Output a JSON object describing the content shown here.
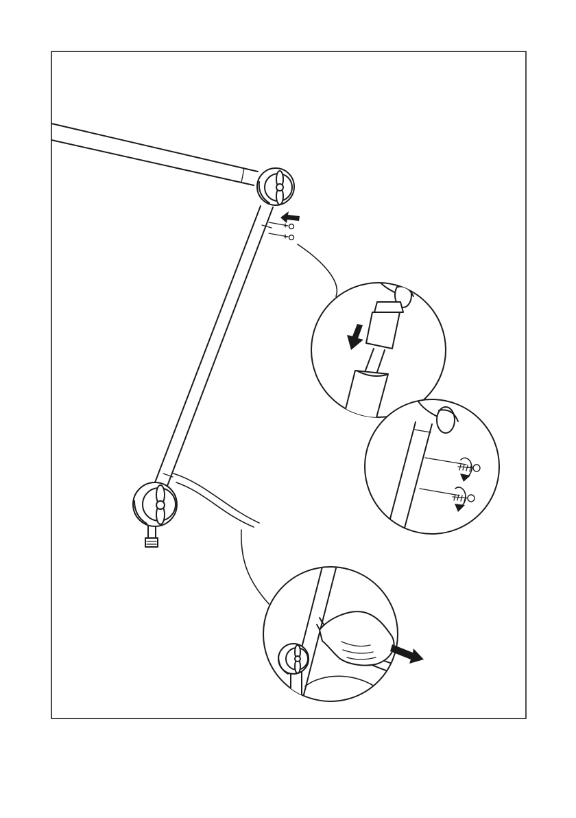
{
  "page": {
    "background": "#ffffff",
    "ink_color": "#1a1a1a"
  },
  "steps": [
    {
      "id": "insert-screws",
      "icon": "push-arrow-icon"
    },
    {
      "id": "slide-sleeve-down",
      "icon": "down-arrow-icon"
    },
    {
      "id": "tighten-screws",
      "icon": "rotate-arrow-icon"
    },
    {
      "id": "pull-cable",
      "icon": "pull-arrow-icon"
    }
  ]
}
